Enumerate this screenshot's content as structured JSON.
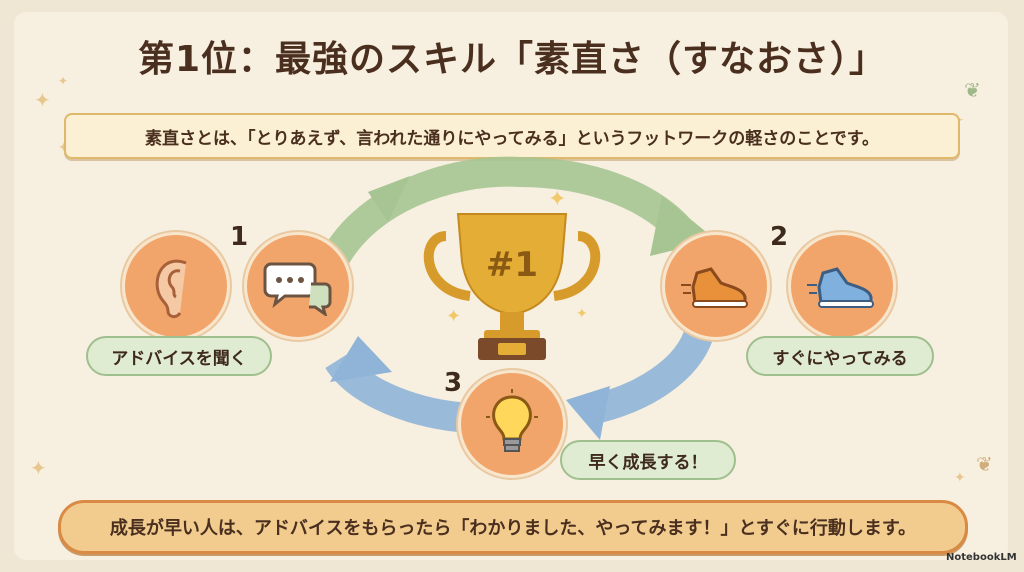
{
  "title": "第1位：最強のスキル「素直さ（すなおさ）」",
  "definition": "素直さとは、「とりあえず、言われた通りにやってみる」というフットワークの軽さのことです。",
  "trophy_label": "#1",
  "steps": [
    {
      "number": "1",
      "label": "アドバイスを聞く",
      "icons": [
        "ear-icon",
        "speech-bubbles-icon"
      ]
    },
    {
      "number": "2",
      "label": "すぐにやってみる",
      "icons": [
        "running-shoe-icon",
        "running-shoe-icon"
      ]
    },
    {
      "number": "3",
      "label": "早く成長する！",
      "icons": [
        "lightbulb-icon"
      ]
    }
  ],
  "conclusion": "成長が早い人は、アドバイスをもらったら「わかりました、やってみます！」とすぐに行動します。",
  "brand": "NotebookLM",
  "colors": {
    "background": "#f7efdf",
    "circle": "#f2a56a",
    "arrow_green": "#a6c592",
    "arrow_blue": "#8fb4d8",
    "title_text": "#4a2f1f",
    "trophy_gold": "#e4ad35"
  }
}
